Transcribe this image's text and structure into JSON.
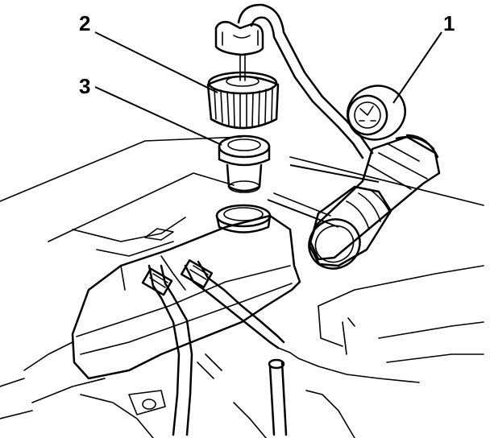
{
  "callouts": [
    {
      "id": "1",
      "label": "1"
    },
    {
      "id": "2",
      "label": "2"
    },
    {
      "id": "3",
      "label": "3"
    }
  ],
  "colors": {
    "ink": "#000000",
    "background": "#ffffff",
    "stipple": "#8a8a8a"
  }
}
